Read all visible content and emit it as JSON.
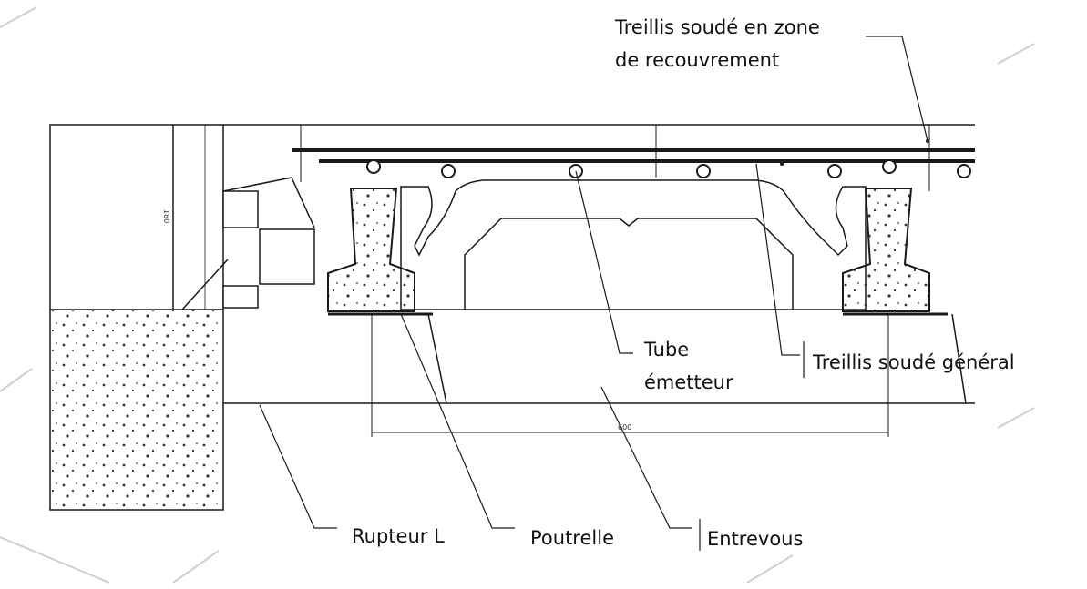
{
  "labels": {
    "treillis_recouvrement_line1": "Treillis soudé en zone",
    "treillis_recouvrement_line2": "de recouvrement",
    "tube_line1": "Tube",
    "tube_line2": "émetteur",
    "treillis_general": "Treillis soudé général",
    "rupteur": "Rupteur L",
    "poutrelle": "Poutrelle",
    "entrevous": "Entrevous"
  },
  "dimension_marks": {
    "span": "600",
    "left_height": "180"
  },
  "colors": {
    "line": "#1a1a1a",
    "hatch": "#555555",
    "background": "#ffffff"
  }
}
